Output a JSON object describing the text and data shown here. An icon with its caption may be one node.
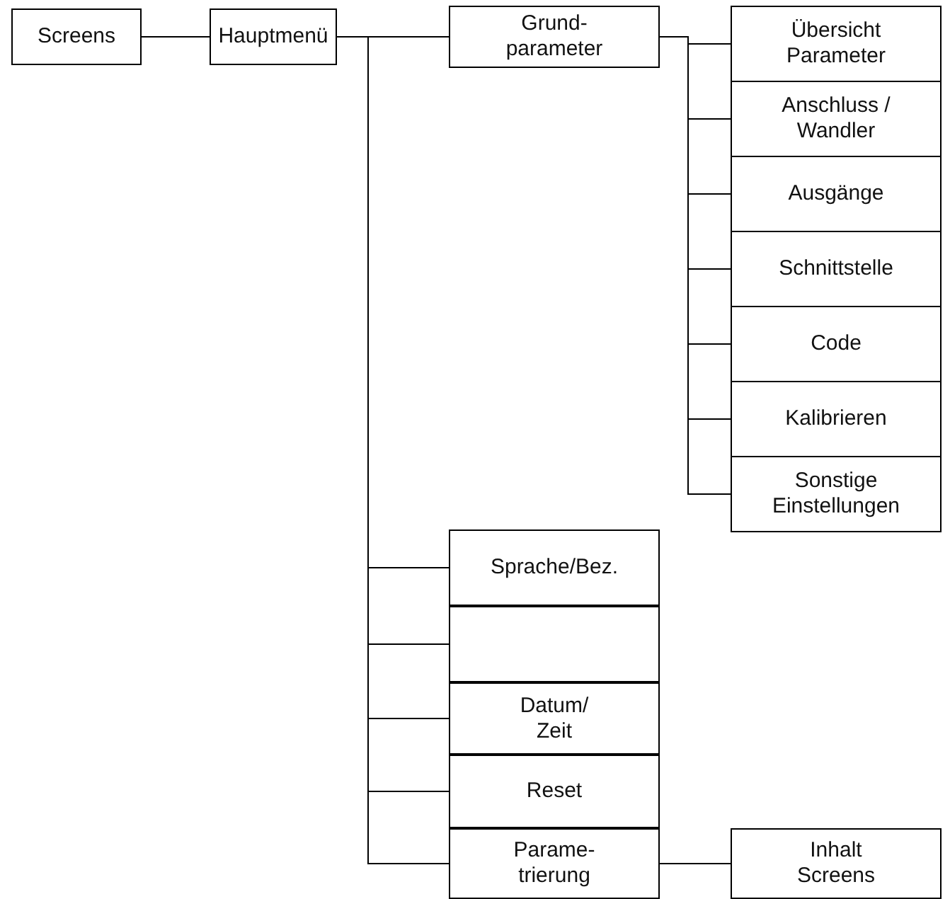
{
  "diagram": {
    "nodes": [
      {
        "text": [
          "Screens"
        ]
      },
      {
        "text": [
          "Hauptmenü"
        ]
      },
      {
        "text": [
          "Grund- parameter"
        ]
      },
      {
        "text": [
          "Übersicht Parameter"
        ]
      },
      {
        "text": [
          "Anschluss / Wandler"
        ]
      },
      {
        "text": [
          "Ausgänge"
        ]
      },
      {
        "text": [
          "Schnittstelle"
        ]
      },
      {
        "text": [
          "Code"
        ]
      },
      {
        "text": [
          "Kalibrieren"
        ]
      },
      {
        "text": [
          "Sonstige Einstellungen"
        ]
      },
      {
        "text": [
          "Sprache/Bez."
        ]
      },
      {
        "text": [],
        "shape": "box"
      },
      {
        "text": [
          "Datum/ Zeit"
        ]
      },
      {
        "text": [
          "Reset"
        ]
      },
      {
        "text": [
          "Parame- trierung"
        ]
      },
      {
        "text": [
          "Inhalt Screens"
        ]
      }
    ],
    "edges": [
      {
        "from": 0,
        "to": 1,
        "arrow": "none"
      },
      {
        "from": 1,
        "to": 2,
        "arrow": "none"
      },
      {
        "from": 2,
        "to": 3,
        "arrow": "none"
      },
      {
        "from": 2,
        "to": 4,
        "arrow": "none"
      },
      {
        "from": 2,
        "to": 5,
        "arrow": "none"
      },
      {
        "from": 2,
        "to": 6,
        "arrow": "none"
      },
      {
        "from": 2,
        "to": 7,
        "arrow": "none"
      },
      {
        "from": 2,
        "to": 8,
        "arrow": "none"
      },
      {
        "from": 2,
        "to": 9,
        "arrow": "none"
      },
      {
        "from": 1,
        "to": 10,
        "arrow": "none"
      },
      {
        "from": 1,
        "to": 11,
        "arrow": "none"
      },
      {
        "from": 1,
        "to": 12,
        "arrow": "none"
      },
      {
        "from": 1,
        "to": 13,
        "arrow": "none"
      },
      {
        "from": 1,
        "to": 14,
        "arrow": "none"
      },
      {
        "from": 14,
        "to": 15,
        "arrow": "none"
      }
    ]
  }
}
